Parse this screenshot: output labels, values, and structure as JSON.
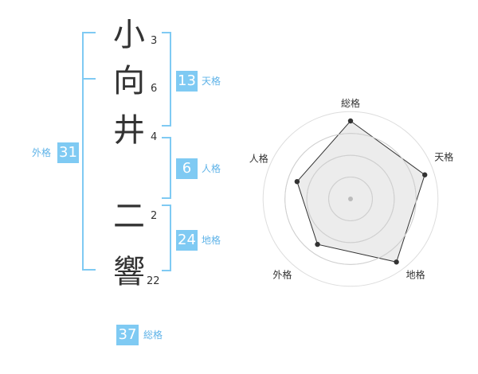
{
  "name": [
    {
      "char": "小",
      "strokes": "3"
    },
    {
      "char": "向",
      "strokes": "6"
    },
    {
      "char": "井",
      "strokes": "4"
    },
    {
      "char": "二",
      "strokes": "2"
    },
    {
      "char": "響",
      "strokes": "22"
    }
  ],
  "fortunes": {
    "tenkaku": {
      "value": "13",
      "label": "天格"
    },
    "jinkaku": {
      "value": "6",
      "label": "人格"
    },
    "chikaku": {
      "value": "24",
      "label": "地格"
    },
    "gaikaku": {
      "value": "31",
      "label": "外格"
    },
    "soukaku": {
      "value": "37",
      "label": "総格"
    }
  },
  "colors": {
    "accent": "#7fcaf3",
    "accent_text": "#5fb3e8"
  },
  "chart_data": {
    "type": "radar",
    "axes": [
      "総格",
      "天格",
      "地格",
      "外格",
      "人格"
    ],
    "values": [
      1.0,
      1.0,
      1.0,
      0.72,
      0.72
    ],
    "range": [
      0,
      1
    ],
    "rings": 4
  }
}
